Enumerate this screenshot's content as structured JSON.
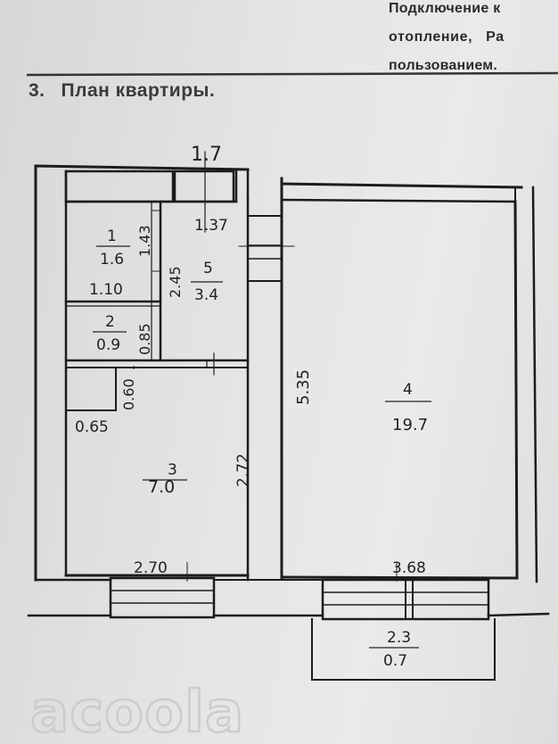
{
  "header": {
    "lines": [
      "Подключение к",
      "отопление, Ра",
      "пользованием."
    ]
  },
  "section": {
    "number": "3.",
    "title": "План квартиры."
  },
  "plan": {
    "top_dimension": "1.7",
    "rooms": [
      {
        "number": "1",
        "area": "1.6"
      },
      {
        "number": "2",
        "area": "0.9"
      },
      {
        "number": "3",
        "area": "7.0"
      },
      {
        "number": "4",
        "area": "19.7"
      },
      {
        "number": "5",
        "area": "3.4"
      }
    ],
    "balcony": {
      "length": "2.3",
      "width": "0.7"
    },
    "dimensions": {
      "corridor_top": "1.37",
      "bath_height": "1.43",
      "corridor_height": "2.45",
      "bath_width": "1.10",
      "wc_height": "0.85",
      "niche_height": "0.60",
      "niche_width": "0.65",
      "kitchen_height": "2.72",
      "room_height": "5.35",
      "kitchen_width": "2.70",
      "room_width": "3.68"
    }
  },
  "watermark": {
    "text": "acoola"
  }
}
